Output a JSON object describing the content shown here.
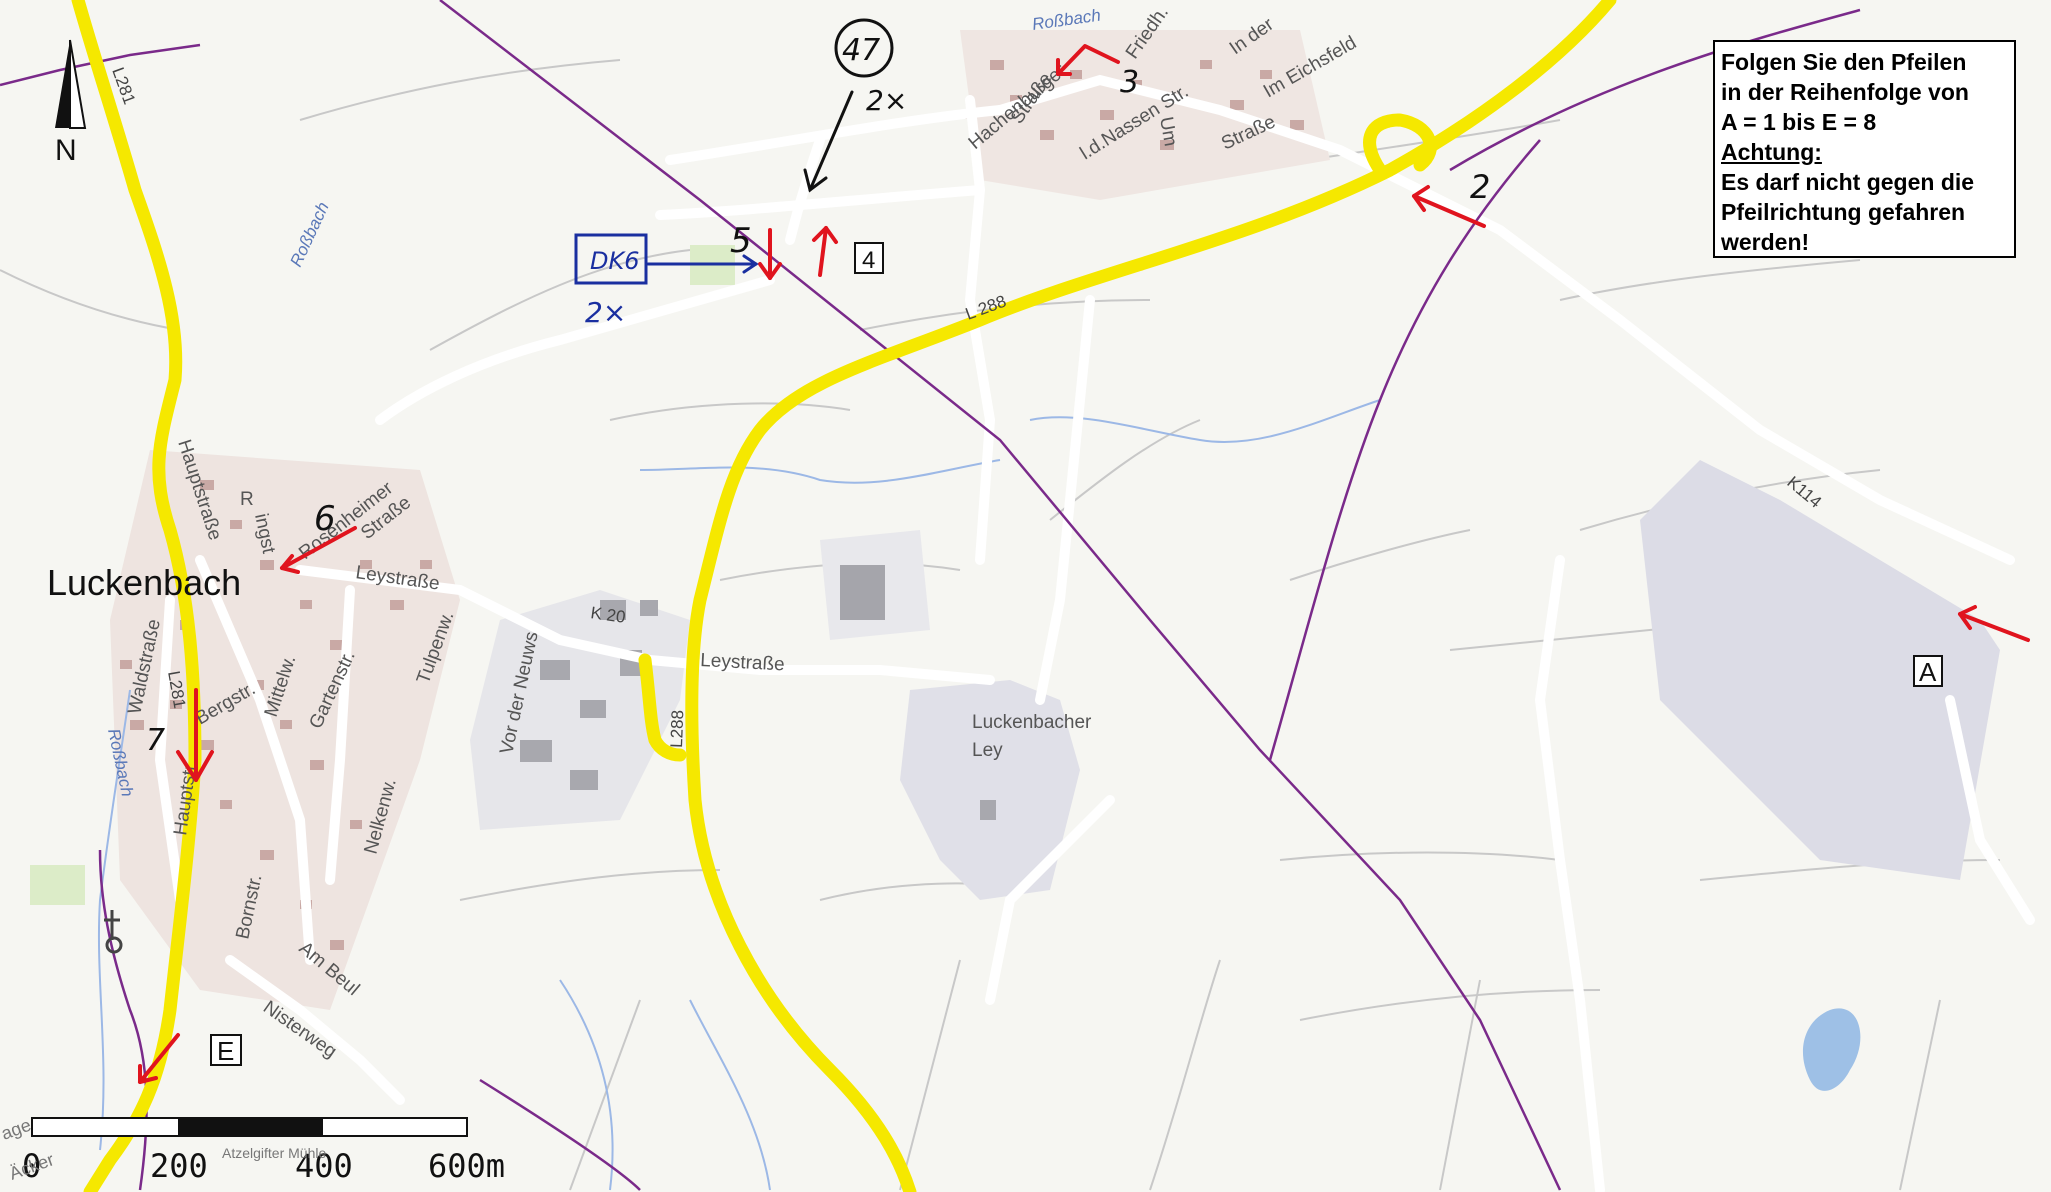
{
  "legend": {
    "line1": "Folgen Sie den Pfeilen",
    "line2": "in der Reihenfolge von",
    "line3": "A = 1 bis E = 8",
    "line4": "Achtung:",
    "line5": "Es darf nicht gegen die",
    "line6": "Pfeilrichtung gefahren",
    "line7": "werden!"
  },
  "north": "N",
  "town": "Luckenbach",
  "roads": {
    "l281_top": "L281",
    "l281_mid": "L281",
    "l288_a": "L 288",
    "l288_b": "L288",
    "k20": "K 20",
    "k114": "K114"
  },
  "streets": {
    "hachenburger": "Hachenburger",
    "strasse1": "Straße",
    "naurother": "Nauroth.",
    "strasse2": "Straße",
    "nassen": "l.d.Nassen Str.",
    "eichsfeld": "Im Eichsfeld",
    "in_der": "In der",
    "friedh": "Friedh.",
    "um": "Um",
    "hauptstrasse_top": "Hauptstraße",
    "rosenheimer": "Rosenheimer",
    "strasse3": "Straße",
    "leystrasse1": "Leystraße",
    "leystrasse2": "Leystraße",
    "tulpenw": "Tulpenw.",
    "vor_der_neuws": "Vor der Neuws",
    "waldstrasse": "Waldstraße",
    "bergstr": "Bergstr.",
    "mittelw": "Mittelw.",
    "gartenstr": "Gartenstr.",
    "nelkenw": "Nelkenw.",
    "hauptstrasse_bottom": "Hauptstr.",
    "bornstr": "Bornstr.",
    "am_beul": "Am Beul",
    "nisterweg": "Nisterweg",
    "luckenbacher": "Luckenbacher",
    "ley": "Ley",
    "r_small": "R",
    "ingst": "ingst"
  },
  "water": {
    "rossbach1": "Roßbach",
    "rossbach2": "Roßbach",
    "rossbach3": "Roßbach"
  },
  "bottom_labels": {
    "muehle": "Atzelgifter Mühle",
    "acker": "Äcker",
    "age": "age"
  },
  "markers": {
    "a": "A",
    "e": "E",
    "four": "4"
  },
  "handwritten": {
    "n47": "47",
    "two_x_1": "2×",
    "dk6": "DK6",
    "two_x_2": "2×",
    "n2": "2",
    "n3": "3",
    "n5": "5",
    "n6": "6",
    "n7": "7"
  },
  "scale": {
    "t0": "0",
    "t200": "200",
    "t400": "400",
    "t600": "600m"
  },
  "colors": {
    "main_road": "#f5e800",
    "boundary": "#7a2a8a",
    "arrow": "#e0141e",
    "ink_blue": "#1a2fa0",
    "water": "#7da6e0"
  }
}
